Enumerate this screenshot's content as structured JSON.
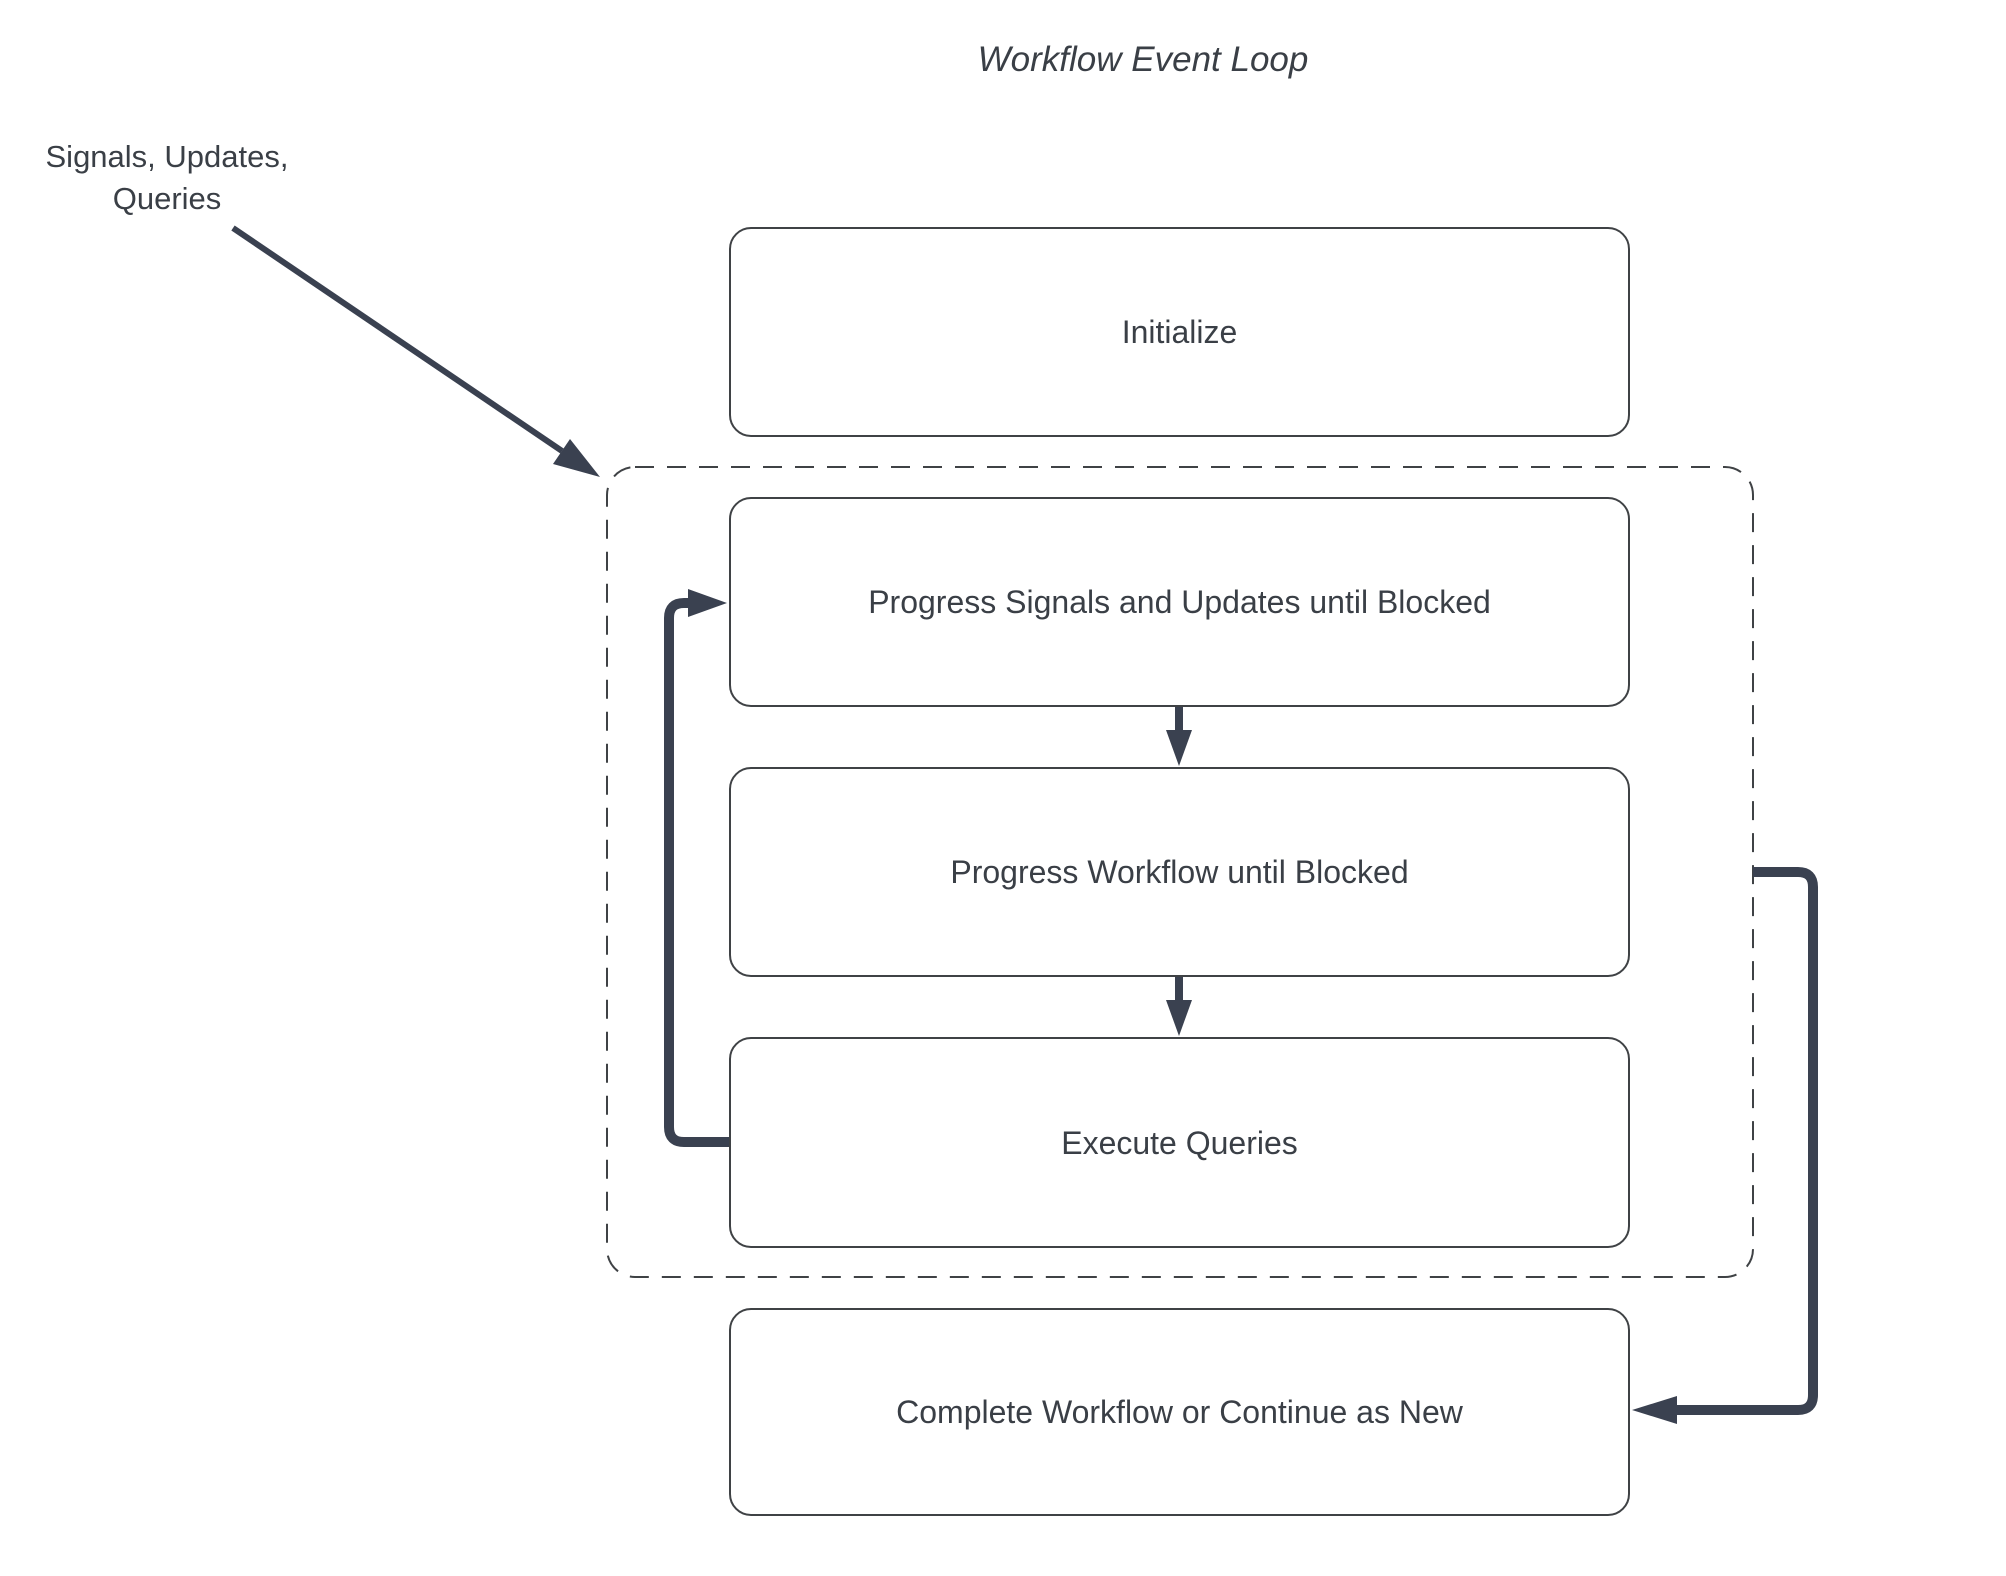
{
  "title": "Workflow Event Loop",
  "annotation": {
    "line1": "Signals, Updates,",
    "line2": "Queries"
  },
  "nodes": {
    "initialize": "Initialize",
    "progress_signals": "Progress Signals and Updates until Blocked",
    "progress_workflow": "Progress Workflow until Blocked",
    "execute_queries": "Execute Queries",
    "complete": "Complete Workflow or Continue as New"
  },
  "connections": [
    {
      "from": "Signals, Updates, Queries",
      "to": "event loop boundary",
      "style": "thin-diagonal-arrow"
    },
    {
      "from": "Progress Signals and Updates until Blocked",
      "to": "Progress Workflow until Blocked",
      "style": "down-arrow"
    },
    {
      "from": "Progress Workflow until Blocked",
      "to": "Execute Queries",
      "style": "down-arrow"
    },
    {
      "from": "Execute Queries",
      "to": "Progress Signals and Updates until Blocked",
      "style": "thick-left-loop-arrow"
    },
    {
      "from": "event loop boundary",
      "to": "Complete Workflow or Continue as New",
      "style": "thick-right-elbow-arrow"
    }
  ],
  "colors": {
    "connector": "#3a4150",
    "border": "#3f4245",
    "text": "#3a3f46",
    "background": "#ffffff"
  }
}
